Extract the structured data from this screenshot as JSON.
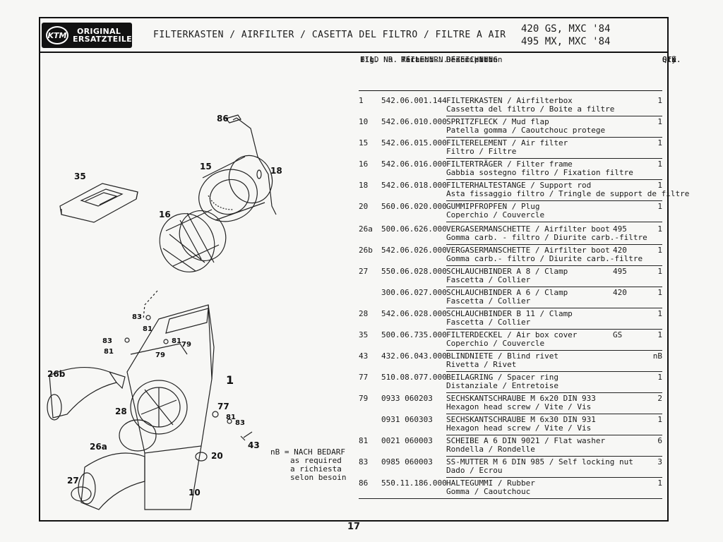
{
  "logo": {
    "mark": "KTM",
    "line1": "ORIGINAL",
    "line2": "ERSATZTEILE"
  },
  "title": "FILTERKASTEN / AIRFILTER / CASETTA DEL FILTRO / FILTRE A AIR",
  "models": [
    "420 GS, MXC '84",
    "495 MX, MXC '84"
  ],
  "columns": {
    "bild": [
      "BILD NR.",
      "Ill. No.",
      "Fig.",
      "Fig."
    ],
    "teile": [
      "TEILE NR.",
      "Part No.",
      "Ricambi-N.",
      "Réf."
    ],
    "bez": [
      "BEZEICHNUNG",
      "Description",
      "Descrizione",
      "Dénomination"
    ],
    "stk": [
      "STK.",
      "Qty.",
      "Qtà.",
      "Qté."
    ]
  },
  "parts": [
    {
      "fig": "1",
      "part": "542.06.001.144",
      "line1": "FILTERKASTEN / Airfilterbox",
      "line2": "Cassetta del filtro / Boite a filtre",
      "variant": "",
      "qty": "1"
    },
    {
      "fig": "10",
      "part": "542.06.010.000",
      "line1": "SPRITZFLECK / Mud flap",
      "line2": "Patella gomma / Caoutchouc protege",
      "variant": "",
      "qty": "1"
    },
    {
      "fig": "15",
      "part": "542.06.015.000",
      "line1": "FILTERELEMENT / Air filter",
      "line2": "Filtro / Filtre",
      "variant": "",
      "qty": "1"
    },
    {
      "fig": "16",
      "part": "542.06.016.000",
      "line1": "FILTERTRÄGER / Filter frame",
      "line2": "Gabbia sostegno filtro / Fixation filtre",
      "variant": "",
      "qty": "1"
    },
    {
      "fig": "18",
      "part": "542.06.018.000",
      "line1": "FILTERHALTESTANGE / Support rod",
      "line2": "Asta fissaggio filtro / Tringle de support de filtre",
      "variant": "",
      "qty": "1"
    },
    {
      "fig": "20",
      "part": "560.06.020.000",
      "line1": "GUMMIPFROPFEN / Plug",
      "line2": "Coperchio / Couvercle",
      "variant": "",
      "qty": "1"
    },
    {
      "fig": "26a",
      "part": "500.06.626.000",
      "line1": "VERGASERMANSCHETTE / Airfilter boot",
      "line2": "Gomma carb. - filtro / Diurite carb.-filtre",
      "variant": "495",
      "qty": "1"
    },
    {
      "fig": "26b",
      "part": "542.06.026.000",
      "line1": "VERGASERMANSCHETTE / Airfilter boot",
      "line2": "Gomma carb.- filtro / Diurite carb.-filtre",
      "variant": "420",
      "qty": "1"
    },
    {
      "fig": "27",
      "part": "550.06.028.000",
      "line1": "SCHLAUCHBINDER A 8 / Clamp",
      "line2": "Fascetta / Collier",
      "variant": "495",
      "qty": "1"
    },
    {
      "fig": "",
      "part": "300.06.027.000",
      "line1": "SCHLAUCHBINDER A 6 / Clamp",
      "line2": "Fascetta / Collier",
      "variant": "420",
      "qty": "1"
    },
    {
      "fig": "28",
      "part": "542.06.028.000",
      "line1": "SCHLAUCHBINDER B 11 / Clamp",
      "line2": "Fascetta / Collier",
      "variant": "",
      "qty": "1"
    },
    {
      "fig": "35",
      "part": "500.06.735.000",
      "line1": "FILTERDECKEL / Air box cover",
      "line2": "Coperchio / Couvercle",
      "variant": "GS",
      "qty": "1"
    },
    {
      "fig": "43",
      "part": "432.06.043.000",
      "line1": "BLINDNIETE / Blind rivet",
      "line2": "Rivetta / Rivet",
      "variant": "",
      "qty": "nB"
    },
    {
      "fig": "77",
      "part": "510.08.077.000",
      "line1": "BEILAGRING / Spacer ring",
      "line2": "Distanziale / Entretoise",
      "variant": "",
      "qty": "1"
    },
    {
      "fig": "79",
      "part": "0933 060203",
      "line1": "SECHSKANTSCHRAUBE M 6x20 DIN 933",
      "line2": "Hexagon head screw / Vite / Vis",
      "variant": "",
      "qty": "2"
    },
    {
      "fig": "",
      "part": "0931 060303",
      "line1": "SECHSKANTSCHRAUBE M 6x30 DIN 931",
      "line2": "Hexagon head screw / Vite / Vis",
      "variant": "",
      "qty": "1"
    },
    {
      "fig": "81",
      "part": "0021 060003",
      "line1": "SCHEIBE A 6 DIN 9021 / Flat washer",
      "line2": "Rondella / Rondelle",
      "variant": "",
      "qty": "6"
    },
    {
      "fig": "83",
      "part": "0985 060003",
      "line1": "SS-MUTTER M 6 DIN 985 / Self locking nut",
      "line2": "Dado / Ecrou",
      "variant": "",
      "qty": "3"
    },
    {
      "fig": "86",
      "part": "550.11.186.000",
      "line1": "HALTEGUMMI / Rubber",
      "line2": "Gomma / Caoutchouc",
      "variant": "",
      "qty": "1"
    }
  ],
  "note": {
    "line1": "nB = NACH BEDARF",
    "line2": "as required",
    "line3": "a richiesta",
    "line4": "selon besoin"
  },
  "callouts": [
    "86",
    "35",
    "15",
    "18",
    "16",
    "83",
    "81",
    "83",
    "81",
    "81",
    "79",
    "79",
    "26b",
    "1",
    "28",
    "77",
    "81",
    "83",
    "26a",
    "20",
    "43",
    "27",
    "10"
  ],
  "page_number": "17"
}
